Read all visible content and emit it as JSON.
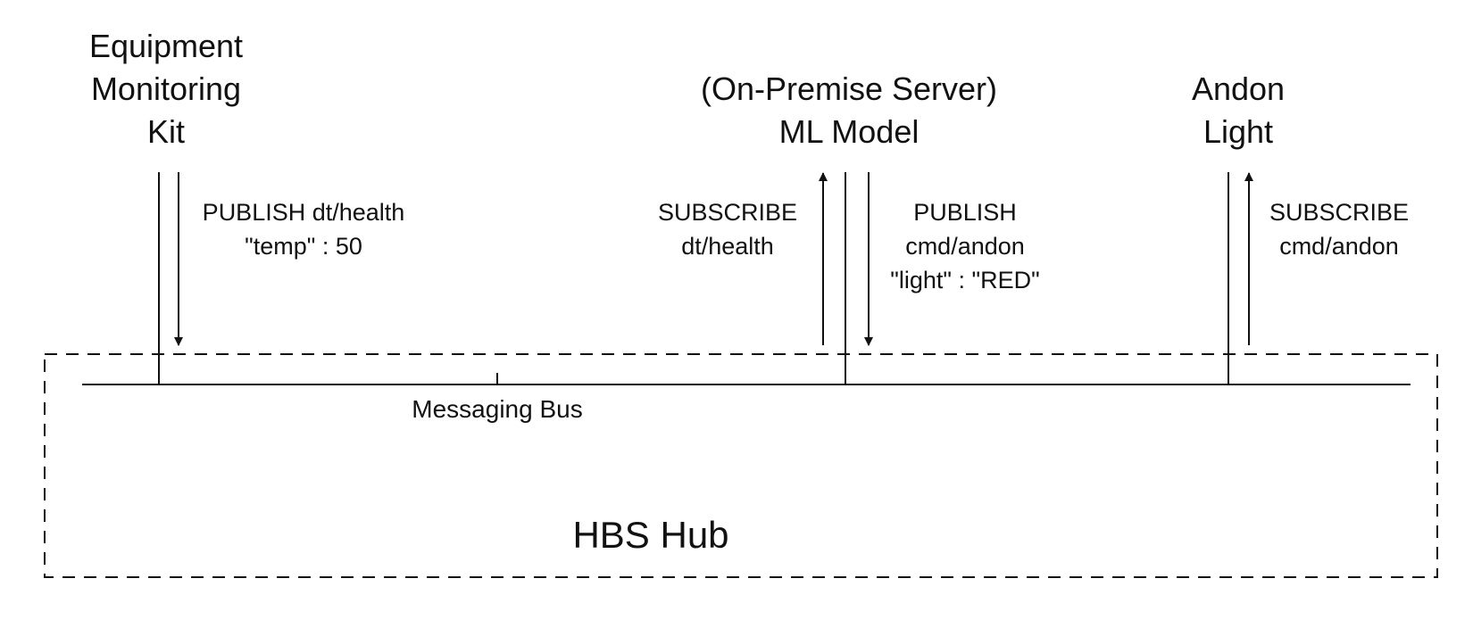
{
  "nodes": {
    "equipment_kit": {
      "line1": "Equipment",
      "line2": "Monitoring",
      "line3": "Kit"
    },
    "ml_model": {
      "line1": "(On-Premise Server)",
      "line2": "ML Model"
    },
    "andon_light": {
      "line1": "Andon",
      "line2": "Light"
    }
  },
  "messages": {
    "kit_publish": {
      "line1": "PUBLISH dt/health",
      "line2": "\"temp\" : 50",
      "direction": "down"
    },
    "ml_subscribe": {
      "line1": "SUBSCRIBE",
      "line2": "dt/health",
      "direction": "up"
    },
    "ml_publish": {
      "line1": "PUBLISH",
      "line2": "cmd/andon",
      "line3": "\"light\" : \"RED\"",
      "direction": "down"
    },
    "andon_subscribe": {
      "line1": "SUBSCRIBE",
      "line2": "cmd/andon",
      "direction": "up"
    }
  },
  "bus": {
    "label": "Messaging Bus"
  },
  "hub": {
    "label": "HBS Hub",
    "border_style": "dashed"
  },
  "colors": {
    "stroke": "#111111",
    "background": "#ffffff"
  }
}
